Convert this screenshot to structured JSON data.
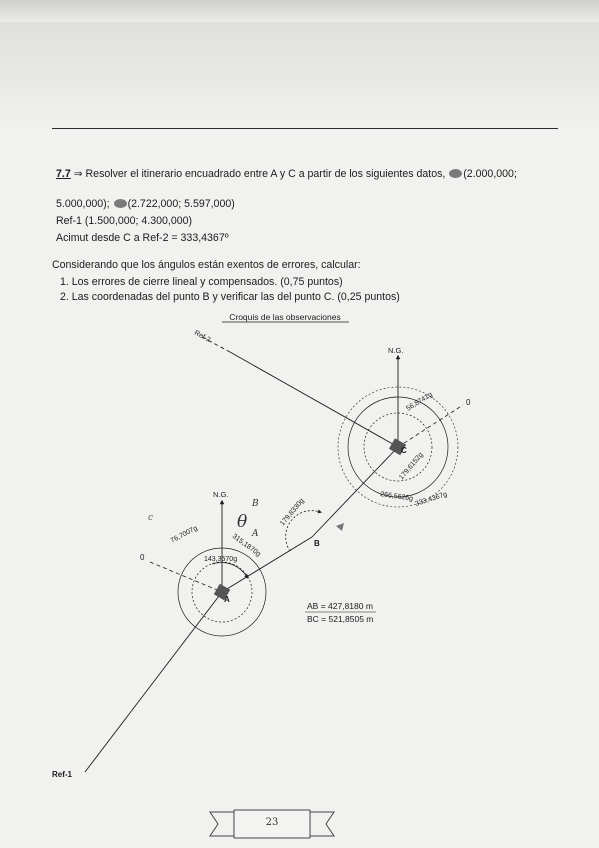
{
  "exercise": {
    "number": "7.7",
    "arrow": "⇒",
    "line1": " Resolver el itinerario encuadrado entre A y C a partir de los siguientes datos,",
    "a_coords": "(2.000,000;",
    "line2a": "5.000,000);",
    "c_coords": "(2.722,000; 5.597,000)",
    "ref1": "Ref-1 (1.500,000; 4.300,000)",
    "azimut": "Acimut desde C a Ref-2 = 333,4367º",
    "considering": "Considerando que los ángulos están exentos de errores, calcular:",
    "items": [
      "1. Los errores de cierre lineal y compensados. (0,75 puntos)",
      "2. Las coordenadas del punto B y verificar las del punto C. (0,25 puntos)"
    ]
  },
  "diagram": {
    "title": "Croquis de las observaciones",
    "labels": {
      "ref2": "Ref-2",
      "ref1": "Ref-1",
      "ng_a": "N.G.",
      "ng_c": "N.G.",
      "point_a": "A",
      "point_b": "B",
      "point_c": "C",
      "zero_a": "0",
      "zero_c": "0"
    },
    "angles": {
      "a_76": "76,7007g",
      "a_143": "143,3570g",
      "a_315": "315,1870g",
      "b_179": "179,8330g",
      "c_56": "56,8741g",
      "c_179": "179,6152g",
      "c_266": "266,5626g",
      "c_333": "333,4367g"
    },
    "handwriting": {
      "theta": "θ",
      "sub_a": "A",
      "sup_b": "B",
      "mark": "c"
    },
    "distances": {
      "ab": "AB = 427,8180 m",
      "bc": "BC = 521,8505 m"
    }
  },
  "footer": {
    "page": "23"
  },
  "colors": {
    "paper": "#f1f1ef",
    "ink": "#1c1c1c",
    "highlight": "#7a7a7a"
  }
}
